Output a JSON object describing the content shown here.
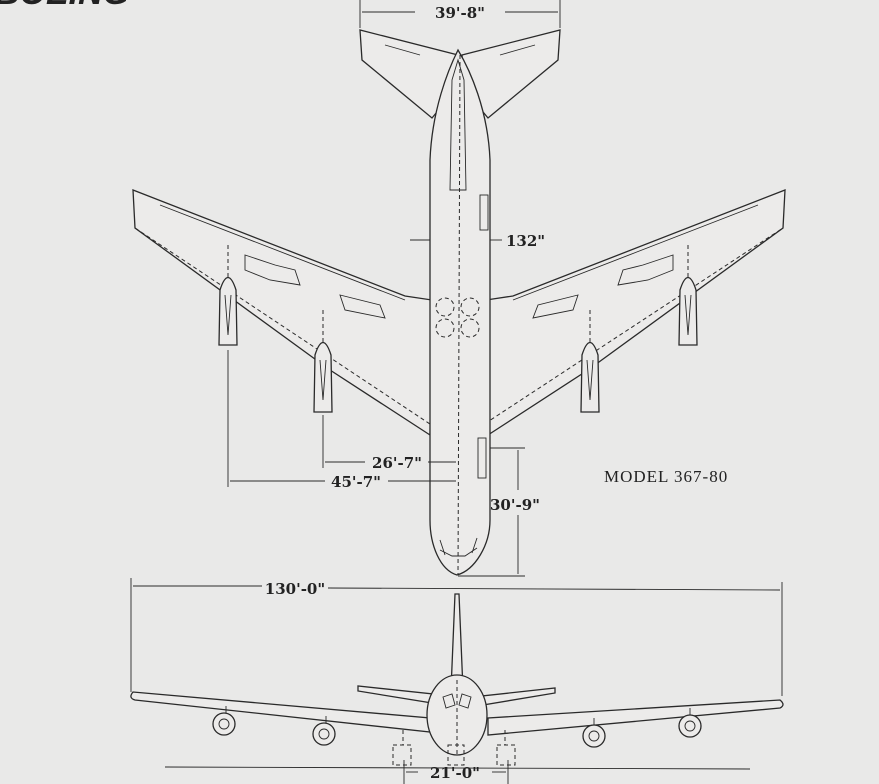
{
  "logo": {
    "text": "BOEING"
  },
  "title": "MODEL   367-80",
  "dimensions": {
    "tail_span": "39'-8\"",
    "fuselage_width": "132\"",
    "inner_engine_spacing": "26'-7\"",
    "outer_engine_spacing": "45'-7\"",
    "nose_to_wing": "30'-9\"",
    "wingspan": "130'-0\"",
    "main_gear_track": "21'-0\""
  },
  "colors": {
    "paper": "#e9e9e8",
    "ink": "#2a2a2a"
  }
}
